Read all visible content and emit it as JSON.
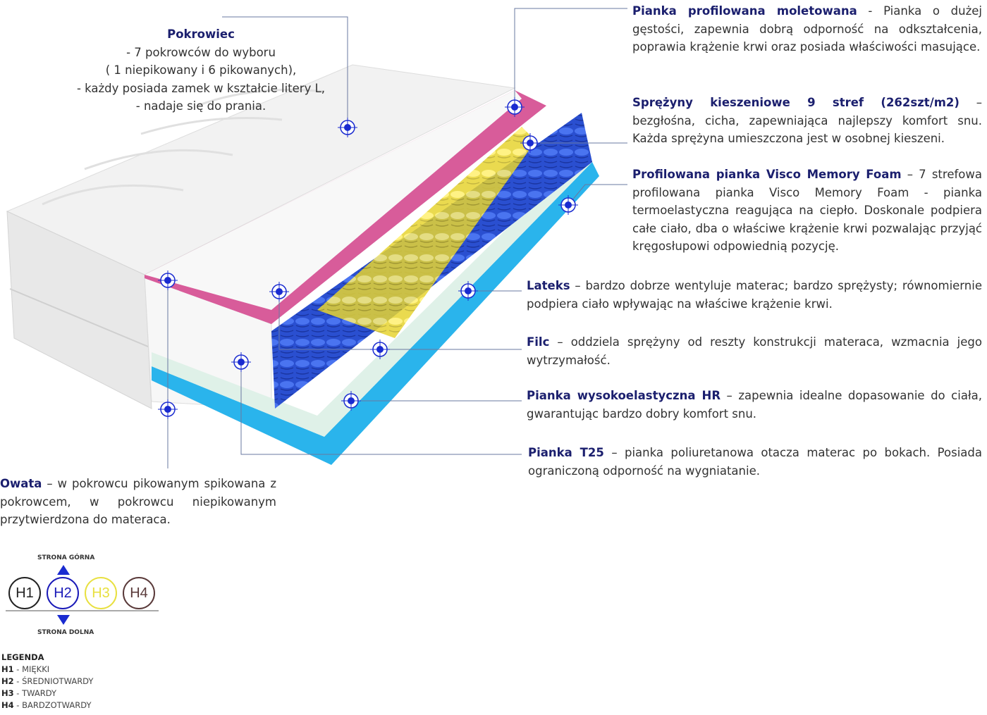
{
  "callouts": {
    "pokrowiec": {
      "title": "Pokrowiec",
      "lines": [
        "- 7 pokrowców do wyboru",
        "( 1 niepikowany i 6 pikowanych),",
        "-  każdy posiada zamek w kształcie litery L,",
        "- nadaje się do prania."
      ]
    },
    "moletowana": {
      "title": "Pianka profilowana moletowana",
      "text": " - Pianka o dużej gęstości, zapewnia dobrą odporność na odkształcenia, poprawia krążenie krwi oraz posiada właściwości masujące."
    },
    "sprezyny": {
      "title": "Sprężyny kieszeniowe 9 stref (262szt/m2)",
      "text": " – bezgłośna, cicha, zapewniająca najlepszy komfort snu. Każda sprężyna umieszczona jest w osobnej kieszeni."
    },
    "visco": {
      "title": "Profilowana pianka Visco Memory Foam",
      "text": " – 7 strefowa profilowana pianka Visco Memory Foam - pianka termoelastyczna reagująca na ciepło.  Doskonale podpiera całe ciało, dba o właściwe krążenie krwi pozwalając przyjąć kręgosłupowi odpowiednią pozycję."
    },
    "lateks": {
      "title": "Lateks",
      "text": "  – bardzo dobrze wentyluje materac; bardzo sprężysty; równomiernie podpiera ciało wpływając na właściwe krążenie krwi."
    },
    "filc": {
      "title": "Filc",
      "text": " – oddziela sprężyny od reszty konstrukcji materaca, wzmacnia jego wytrzymałość."
    },
    "hr": {
      "title": "Pianka wysokoelastyczna HR",
      "text": " – zapewnia idealne dopasowanie do ciała, gwarantując bardzo dobry komfort snu."
    },
    "t25": {
      "title": "Pianka T25",
      "text": " – pianka poliuretanowa otacza materac po bokach. Posiada ograniczoną odporność na wygniatanie."
    },
    "owata": {
      "title": "Owata",
      "text": " – w pokrowcu pikowanym spikowana z pokrowcem, w pokrowcu niepikowanym przytwierdzona do materaca."
    }
  },
  "hardness": {
    "top_label": "STRONA GÓRNA",
    "bottom_label": "STRONA DOLNA",
    "levels": [
      {
        "label": "H1",
        "color": "#222222"
      },
      {
        "label": "H2",
        "color": "#1a1ab8"
      },
      {
        "label": "H3",
        "color": "#e8e040"
      },
      {
        "label": "H4",
        "color": "#5a3a3a"
      }
    ],
    "selected": "H2"
  },
  "legend": {
    "title": "LEGENDA",
    "items": [
      {
        "code": "H1",
        "desc": " - MIĘKKI"
      },
      {
        "code": "H2",
        "desc": " - ŚREDNIOTWARDY"
      },
      {
        "code": "H3",
        "desc": " - TWARDY"
      },
      {
        "code": "H4",
        "desc": " - BARDZOTWARDY"
      }
    ]
  },
  "colors": {
    "accent": "#1b1f6e",
    "marker": "#1a2bd0"
  }
}
